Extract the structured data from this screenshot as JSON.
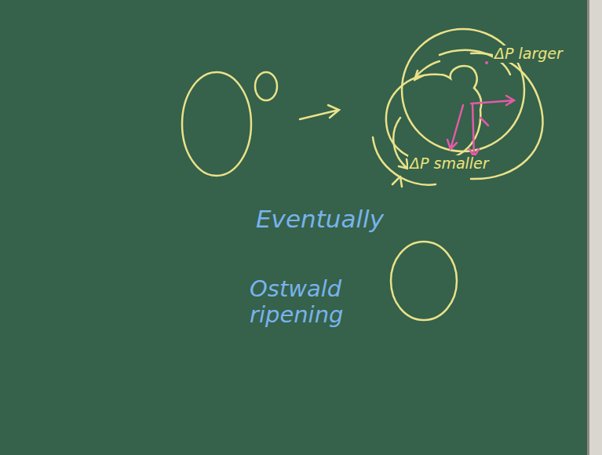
{
  "diagram": {
    "labels": [
      "ΔP larger",
      "ΔP smaller",
      "Eventually",
      "Ostwald ripening"
    ]
  }
}
